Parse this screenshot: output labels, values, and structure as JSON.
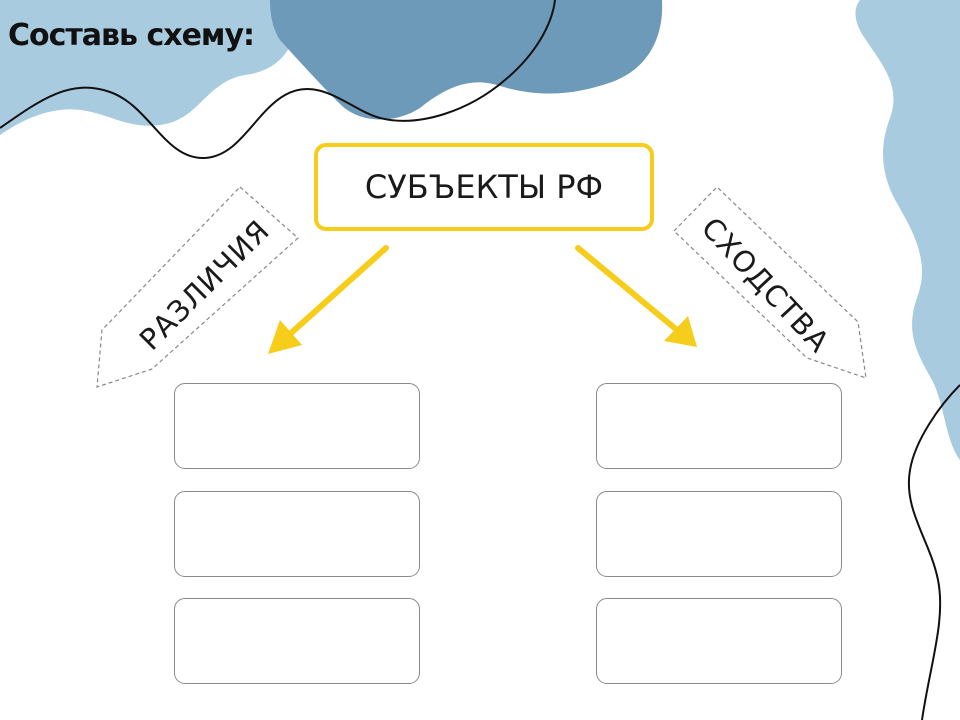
{
  "title": "Составь схему:",
  "center_node": "СУБЪЕКТЫ РФ",
  "left_branch": {
    "label": "РАЗЛИЧИЯ",
    "boxes": [
      "",
      "",
      ""
    ]
  },
  "right_branch": {
    "label": "СХОДСТВА",
    "boxes": [
      "",
      "",
      ""
    ]
  },
  "colors": {
    "accent_yellow": "#f5cd1a",
    "blob_light_blue": "#a9cbe0",
    "blob_dark_blue": "#6c9ab8",
    "box_border": "#8a8a8a",
    "label_border": "#888888"
  }
}
